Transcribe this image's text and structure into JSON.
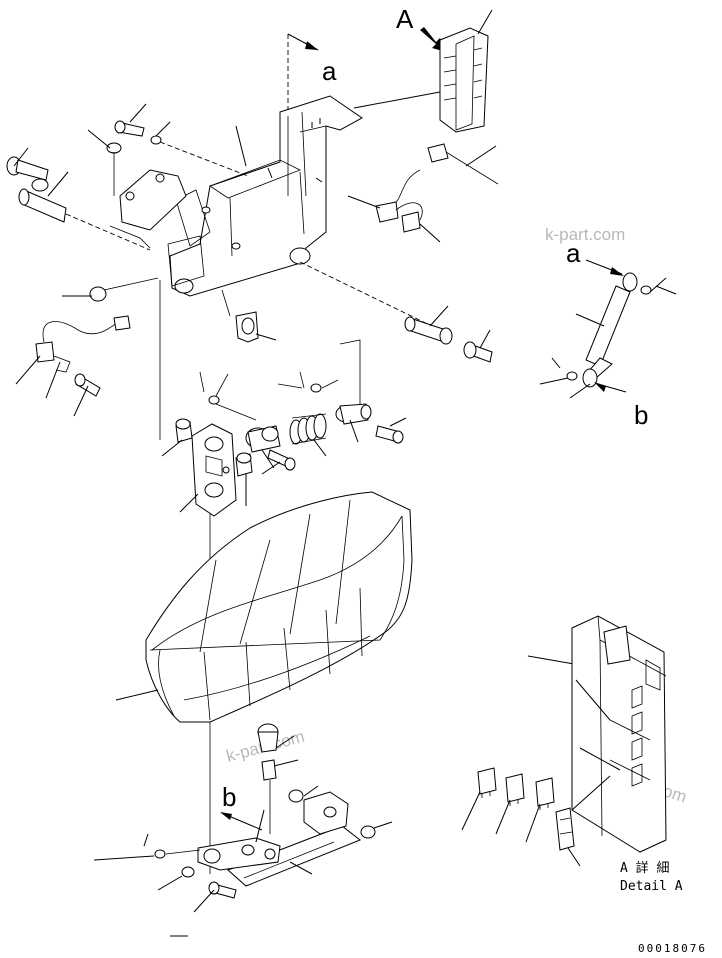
{
  "labels": {
    "view_a": "A",
    "arrow_a_top": "a",
    "arrow_a_right": "a",
    "arrow_b_right": "b",
    "arrow_b_bottom": "b",
    "detail_jp": "A 詳 細",
    "detail_en": "Detail A",
    "drawing_number": "00018076"
  },
  "watermarks": [
    "k-part.com",
    "k-part.com",
    "k-part.com",
    "k-part.com"
  ]
}
